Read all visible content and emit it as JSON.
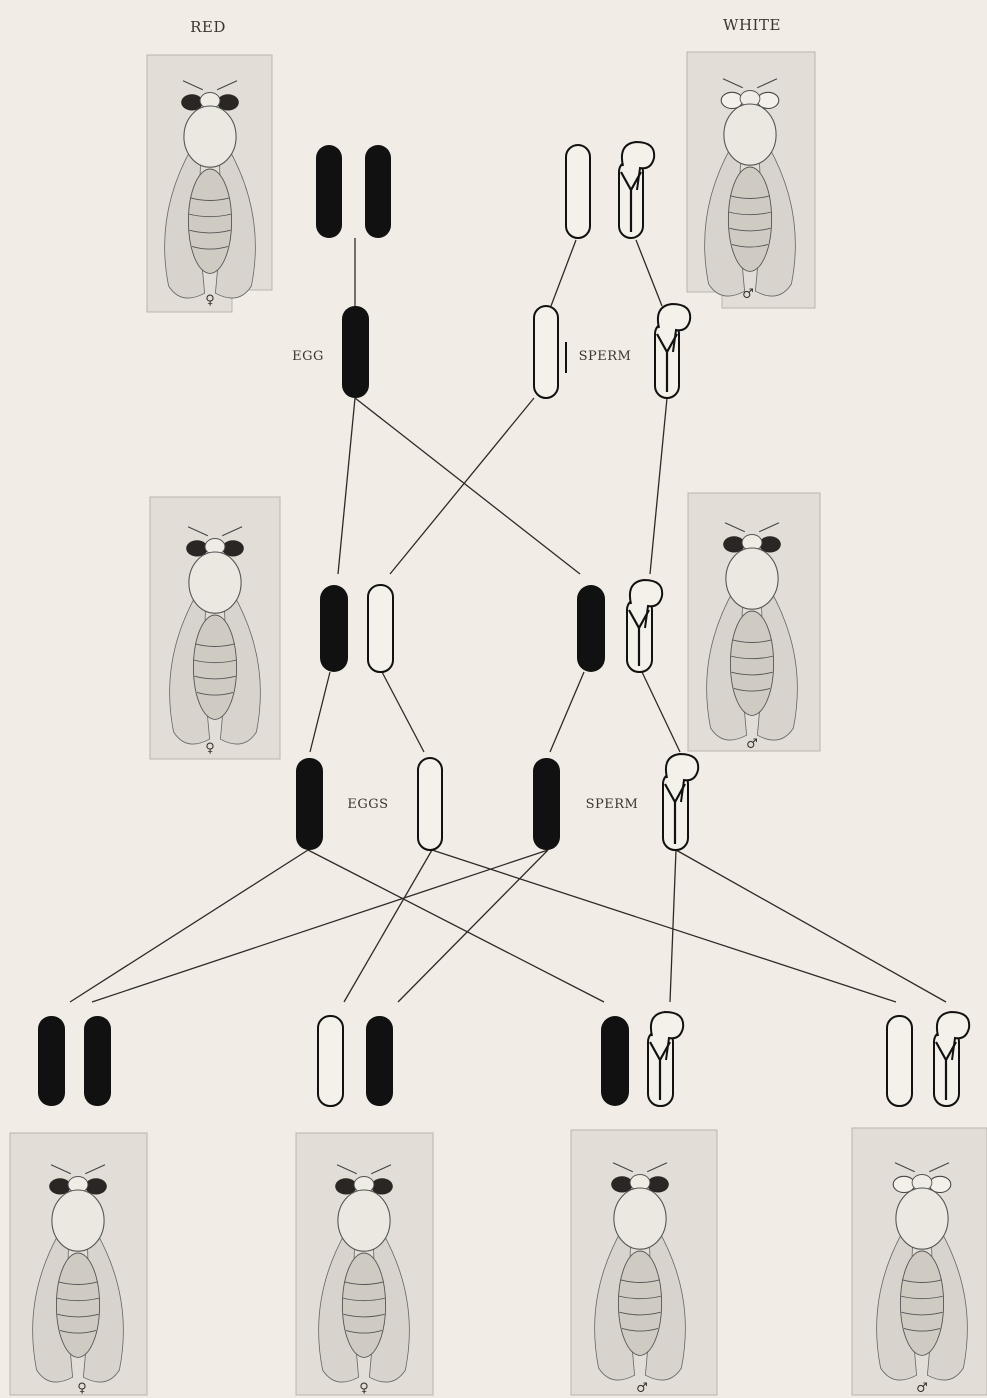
{
  "header": {
    "left": "RED",
    "right": "WHITE"
  },
  "gametes": {
    "p_egg": "EGG",
    "p_sperm": "SPERM",
    "f1_eggs": "EGGS",
    "f1_sperm": "SPERM"
  },
  "sex_symbols": {
    "p_female": "♀",
    "p_male": "♂",
    "f1_female": "♀",
    "f1_male": "♂",
    "f2_1": "♀",
    "f2_2": "♀",
    "f2_3": "♂",
    "f2_4": "♂"
  },
  "flies": {
    "p_female": "red-eyed",
    "p_male": "white-eyed",
    "f1_female": "red-eyed",
    "f1_male": "red-eyed",
    "f2_1": "red-eyed",
    "f2_2": "red-eyed",
    "f2_3": "red-eyed",
    "f2_4": "white-eyed"
  },
  "colors": {
    "background": "#f1ede6",
    "plate": "#e2ded7",
    "ink": "#111111",
    "line": "#2f2a25"
  }
}
